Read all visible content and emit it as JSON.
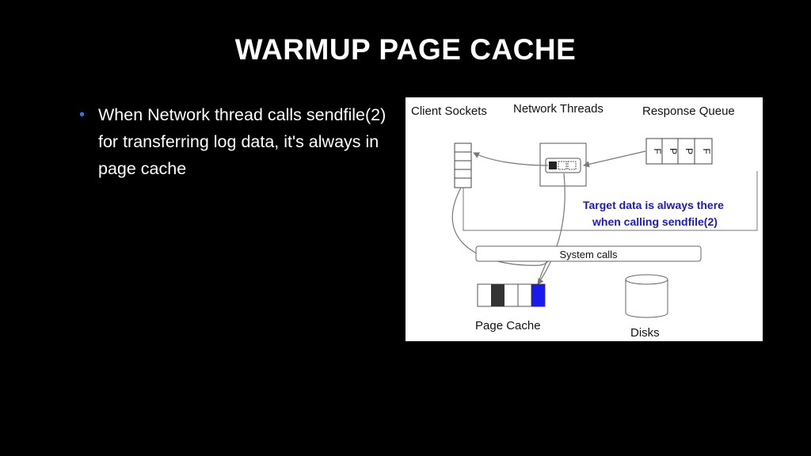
{
  "slide": {
    "title": "WARMUP PAGE CACHE",
    "bullets": [
      "When Network thread calls sendfile(2) for transferring log data, it's always in page cache"
    ]
  },
  "diagram": {
    "labels": {
      "client_sockets": "Client Sockets",
      "network_threads": "Network Threads",
      "response_queue": "Response Queue",
      "system_calls": "System calls",
      "page_cache": "Page Cache",
      "disks": "Disks"
    },
    "response_queue_cells": [
      "F",
      "P",
      "P",
      "F"
    ],
    "callout": {
      "line1": "Target data is always there",
      "line2": "when calling sendfile(2)"
    },
    "colors": {
      "callout_text": "#1a1acc",
      "page_cache_highlight": "#1a1aee",
      "page_cache_dark": "#333333",
      "slide_bullet": "#3a6df0"
    }
  }
}
